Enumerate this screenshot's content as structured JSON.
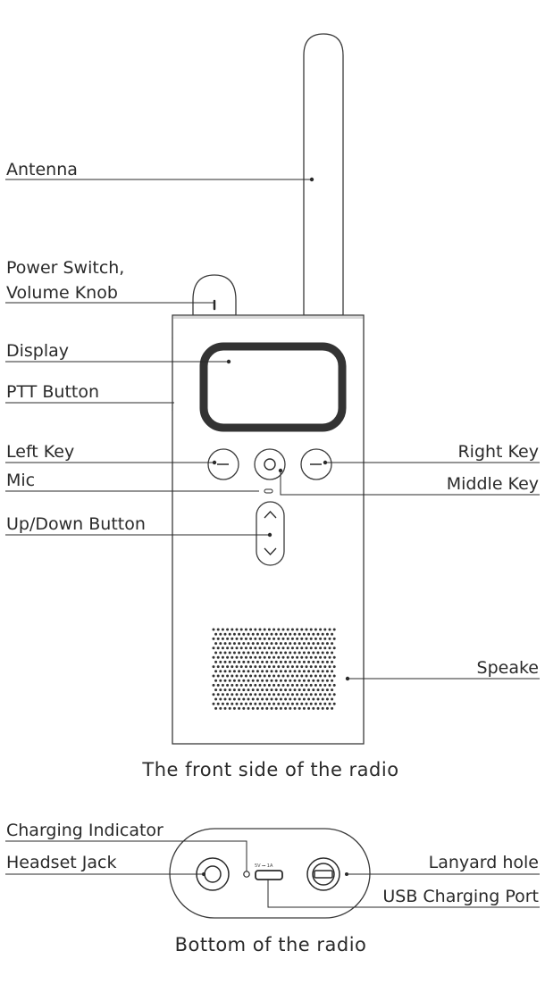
{
  "labels": {
    "antenna": "Antenna",
    "power_switch_line1": "Power Switch,",
    "power_switch_line2": "Volume Knob",
    "display": "Display",
    "ptt_button": "PTT Button",
    "left_key": "Left Key",
    "mic": "Mic",
    "up_down_button": "Up/Down Button",
    "right_key": "Right Key",
    "middle_key": "Middle Key",
    "speaker": "Speake",
    "charging_indicator": "Charging Indicator",
    "headset_jack": "Headset Jack",
    "lanyard_hole": "Lanyard hole",
    "usb_charging_port": "USB Charging Port",
    "usb_rating": "5V ⎓ 1A"
  },
  "captions": {
    "front": "The front side of the radio",
    "bottom": "Bottom of the radio"
  }
}
